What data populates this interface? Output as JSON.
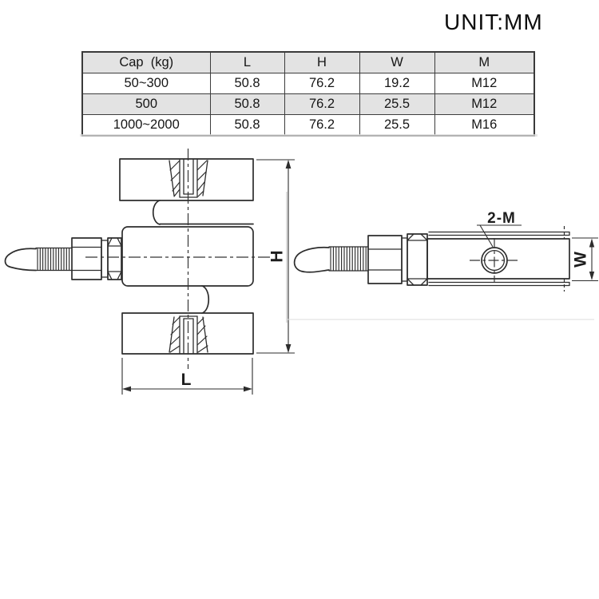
{
  "unit_label": "UNIT:MM",
  "table": {
    "headers": [
      "Cap  (kg)",
      "L",
      "H",
      "W",
      "M"
    ],
    "rows": [
      [
        "50~300",
        "50.8",
        "76.2",
        "19.2",
        "M12"
      ],
      [
        "500",
        "50.8",
        "76.2",
        "25.5",
        "M12"
      ],
      [
        "1000~2000",
        "50.8",
        "76.2",
        "25.5",
        "M16"
      ]
    ]
  },
  "chart_data": {
    "type": "table",
    "title": "S-type load cell dimensions",
    "categories": [
      "Cap (kg)",
      "L",
      "H",
      "W",
      "M"
    ],
    "series": [
      {
        "name": "50~300",
        "values": [
          50.8,
          76.2,
          19.2,
          "M12"
        ]
      },
      {
        "name": "500",
        "values": [
          50.8,
          76.2,
          25.5,
          "M12"
        ]
      },
      {
        "name": "1000~2000",
        "values": [
          50.8,
          76.2,
          25.5,
          "M16"
        ]
      }
    ]
  },
  "drawing": {
    "front_view": {
      "height_label": "H",
      "length_label": "L"
    },
    "side_view": {
      "width_label": "W",
      "thread_callout": "2-M"
    }
  },
  "colors": {
    "line": "#2d2d2d",
    "table_border": "#3d3d3d",
    "shaded_row_bg": "#e3e3e3",
    "background": "#ffffff"
  }
}
